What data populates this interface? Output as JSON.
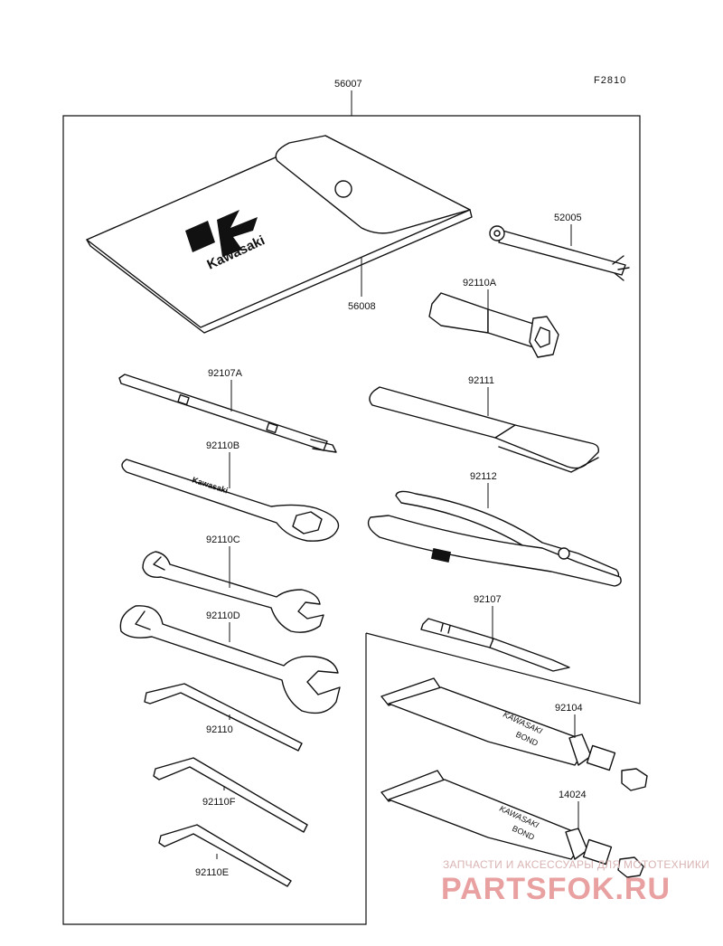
{
  "figure_code": "F2810",
  "group_number": "56007",
  "parts": [
    {
      "id": "pouch",
      "number": "56008"
    },
    {
      "id": "spark-plug-handle",
      "number": "52005"
    },
    {
      "id": "plug-socket",
      "number": "92110A"
    },
    {
      "id": "screwdriver",
      "number": "92107A"
    },
    {
      "id": "screwdriver-grip",
      "number": "92111"
    },
    {
      "id": "box-wrench",
      "number": "92110B"
    },
    {
      "id": "pliers",
      "number": "92112"
    },
    {
      "id": "open-wrench-small",
      "number": "92110C"
    },
    {
      "id": "screwdriver-small",
      "number": "92107"
    },
    {
      "id": "open-wrench-large",
      "number": "92110D"
    },
    {
      "id": "bond-tube-1",
      "number": "92104"
    },
    {
      "id": "hex-key-1",
      "number": "92110"
    },
    {
      "id": "hex-key-2",
      "number": "92110F"
    },
    {
      "id": "bond-tube-2",
      "number": "14024"
    },
    {
      "id": "hex-key-3",
      "number": "92110E"
    }
  ],
  "printed_text": {
    "pouch_brand": "Kawasaki",
    "wrench_brand": "Kawasaki",
    "tube1_line1": "KAWASAKI",
    "tube1_line2": "BOND",
    "tube2_line1": "KAWASAKI",
    "tube2_line2": "BOND"
  },
  "watermark": {
    "line1": "ЗАПЧАСТИ И АКСЕССУАРЫ ДЛЯ МОТОТЕХНИКИ",
    "line2": "PARTSFOK.RU",
    "color": "#e8a0a0"
  }
}
